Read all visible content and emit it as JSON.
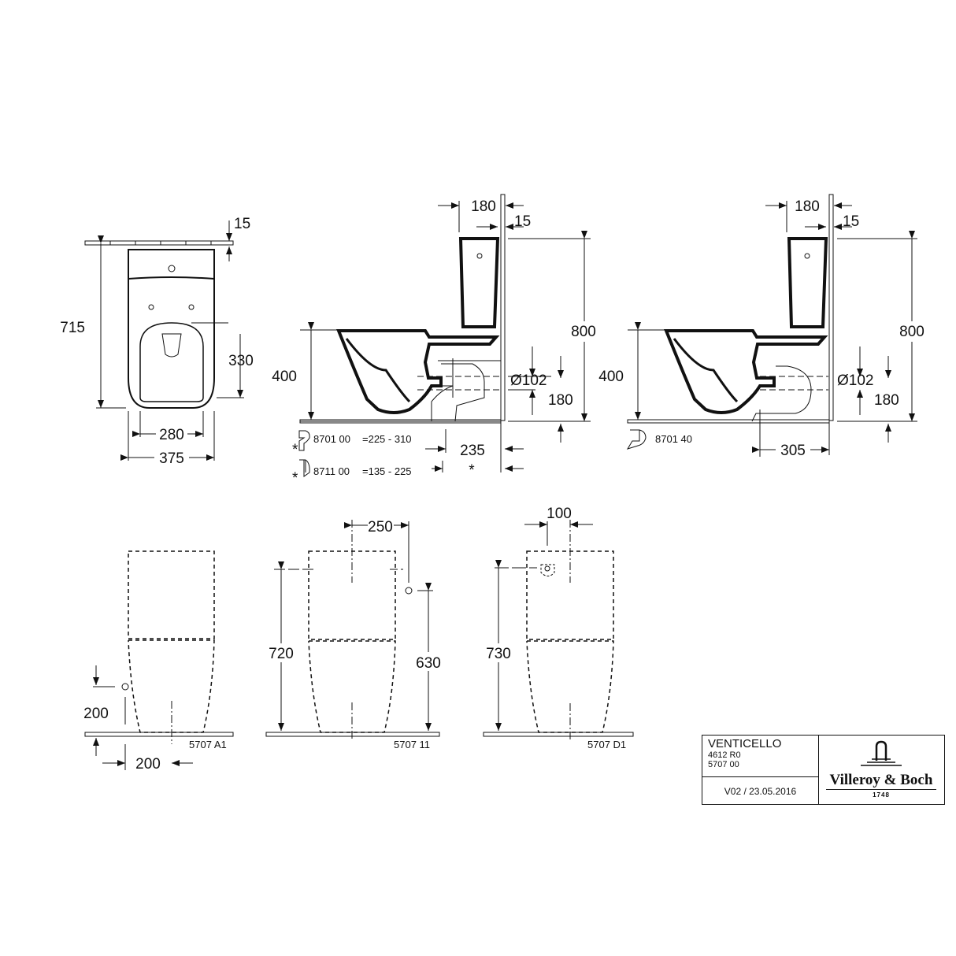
{
  "top_view": {
    "wall_gap": "15",
    "length": "715",
    "seat_opening": "330",
    "inner_width": "280",
    "outer_width": "375"
  },
  "side_view_1": {
    "tank_depth": "180",
    "wall_gap": "15",
    "height": "800",
    "seat_height": "400",
    "outlet_diameter": "Ø102",
    "outlet_height": "180",
    "outlet_distance": "235",
    "outlet_asterisk": "*",
    "accessories": [
      {
        "asterisk": "*",
        "code": "8701 00",
        "range": "=225 - 310"
      },
      {
        "asterisk": "*",
        "code": "8711 00",
        "range": "=135 - 225"
      }
    ]
  },
  "side_view_2": {
    "tank_depth": "180",
    "wall_gap": "15",
    "height": "800",
    "seat_height": "400",
    "outlet_diameter": "Ø102",
    "outlet_height": "180",
    "outlet_distance": "305",
    "accessory_code": "8701 40"
  },
  "front_views": [
    {
      "code": "5707 A1",
      "inlet_height": "200",
      "inlet_offset": "200"
    },
    {
      "code": "5707 11",
      "inlet_offset": "250",
      "left_height": "720",
      "inlet_height": "630"
    },
    {
      "code": "5707 D1",
      "inlet_offset": "100",
      "inlet_height": "730"
    }
  ],
  "title_block": {
    "product": "VENTICELLO",
    "code1": "4612 R0",
    "code2": "5707 00",
    "version": "V02 / 23.05.2016",
    "brand": "Villeroy & Boch",
    "year": "1748"
  }
}
